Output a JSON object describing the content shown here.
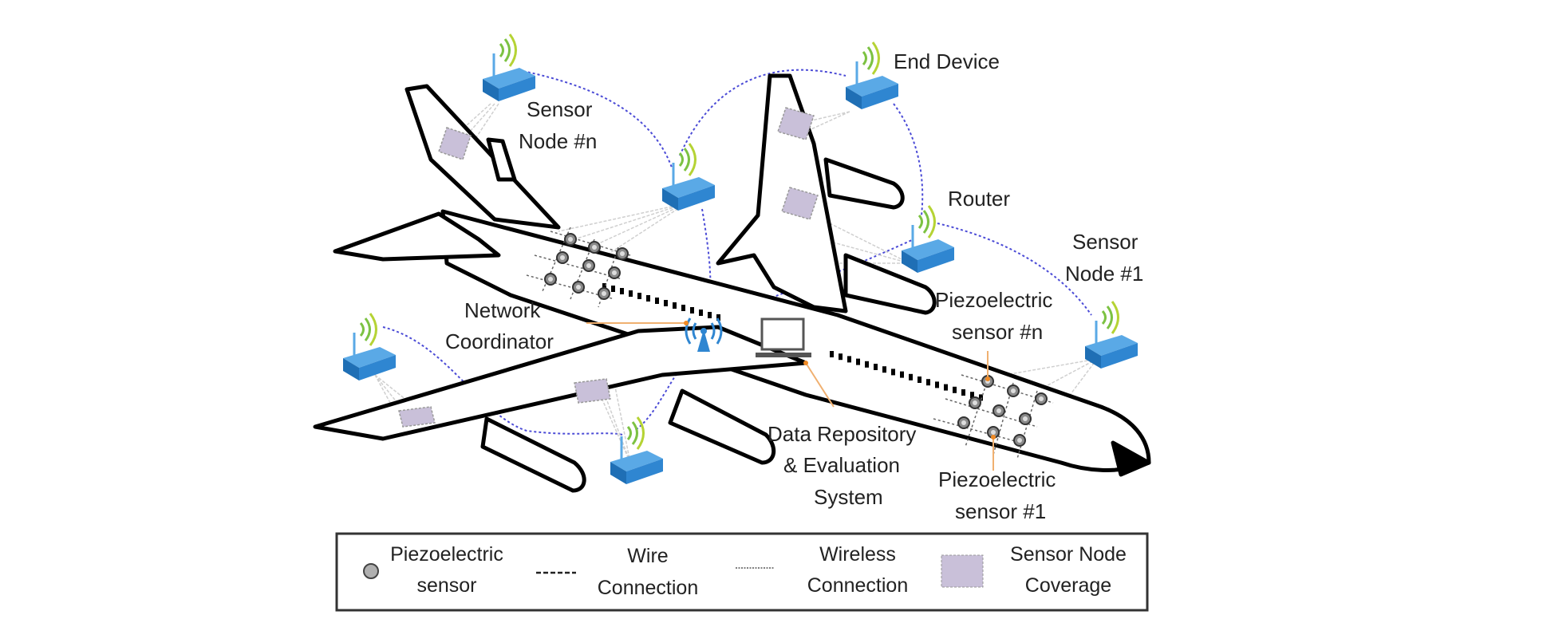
{
  "figure": {
    "labels": {
      "sensor_node_n": [
        "Sensor",
        "Node #n"
      ],
      "end_device": [
        "End Device"
      ],
      "router": [
        "Router"
      ],
      "sensor_node_1": [
        "Sensor",
        "Node #1"
      ],
      "network_coordinator": [
        "Network",
        "Coordinator"
      ],
      "piezo_n": [
        "Piezoelectric",
        "sensor #n"
      ],
      "piezo_1": [
        "Piezoelectric",
        "sensor #1"
      ],
      "data_repository": [
        "Data Repository",
        "& Evaluation",
        "System"
      ]
    },
    "colors": {
      "node_blue": "#2f86d1",
      "signal_green": "#7cc242",
      "wireless_link": "#4b4bd6",
      "coverage": "#c9c0d9",
      "callout_orange": "#f08a24",
      "outline": "#000000"
    }
  },
  "legend": {
    "items": [
      {
        "symbol": "piezo-sensor",
        "lines": [
          "Piezoelectric",
          "sensor"
        ]
      },
      {
        "symbol": "wire-connection",
        "lines": [
          "Wire",
          "Connection"
        ]
      },
      {
        "symbol": "wireless-connection",
        "lines": [
          "Wireless",
          "Connection"
        ]
      },
      {
        "symbol": "sensor-node-coverage",
        "lines": [
          "Sensor Node",
          "Coverage"
        ]
      }
    ]
  }
}
